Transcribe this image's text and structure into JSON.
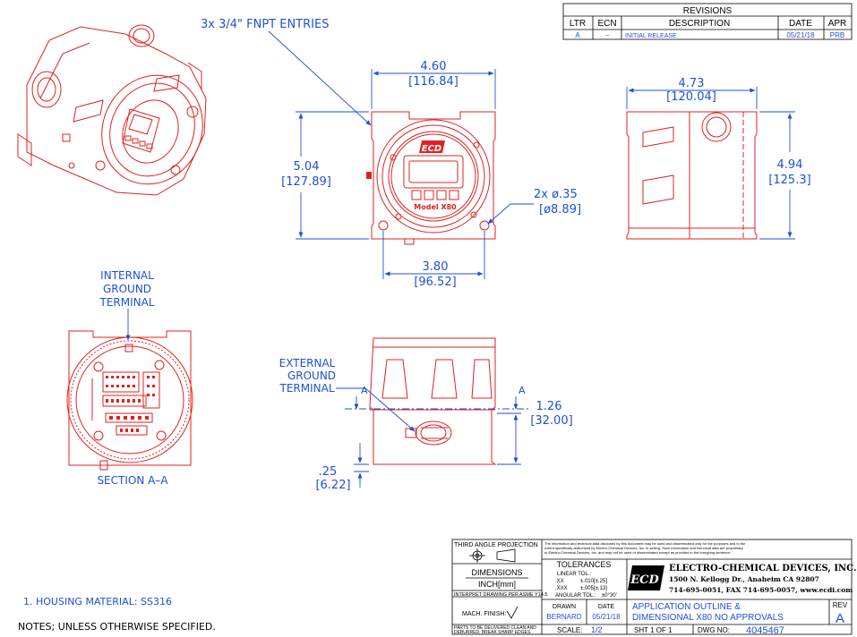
{
  "revisions": {
    "title": "REVISIONS",
    "headers": [
      "LTR",
      "ECN",
      "DESCRIPTION",
      "DATE",
      "APR"
    ],
    "rows": [
      [
        "A",
        "–",
        "INITIAL RELEASE",
        "05/21/18",
        "PRB"
      ]
    ]
  },
  "callouts": {
    "fnpt": "3x 3/4\" FNPT ENTRIES",
    "holes_1": "2x ø.35",
    "holes_2": "[ø8.89]",
    "internal_ground_1": "INTERNAL",
    "internal_ground_2": "GROUND",
    "internal_ground_3": "TERMINAL",
    "external_ground_1": "EXTERNAL",
    "external_ground_2": "GROUND",
    "external_ground_3": "TERMINAL",
    "section": "SECTION A–A",
    "section_mark": "A",
    "front_logo": "ECD",
    "front_model": "Model X80"
  },
  "dimensions": {
    "front_width_in": "4.60",
    "front_width_mm": "[116.84]",
    "front_height_in": "5.04",
    "front_height_mm": "[127.89]",
    "front_bolt_in": "3.80",
    "front_bolt_mm": "[96.52]",
    "side_width_in": "4.73",
    "side_width_mm": "[120.04]",
    "side_height_in": "4.94",
    "side_height_mm": "[125.3]",
    "bottom_offset_in": "1.26",
    "bottom_offset_mm": "[32.00]",
    "bottom_small_in": ".25",
    "bottom_small_mm": "[6.22]"
  },
  "notes": {
    "item_1": "1.  HOUSING MATERIAL: SS316",
    "header": "NOTES; UNLESS OTHERWISE SPECIFIED."
  },
  "title_block": {
    "projection": "THIRD ANGLE PROJECTION",
    "dimensions_label": "DIMENSIONS",
    "dimensions_unit": "INCH[mm]",
    "interpret": "INTERPRET DRAWING PER ASME Y14.5",
    "finish": "MACH. FINISH:",
    "deliver_1": "PARTS TO BE DELIVERED CLEAN AND",
    "deliver_2": "DEBURRED. BREAK SHARP EDGES.",
    "disclaimer_1": "The information and technical data disclosed by this document may be used and disseminated only for the purposes and to the",
    "disclaimer_2": "extent specifically authorized by Electro-Chemical Devices, Inc. in writing. Such information and technical data are proprietary",
    "disclaimer_3": "to Electro-Chemical Devices, Inc. and may not be used or disseminated except as provided in the foregoing sentence.",
    "tolerances": "TOLERANCES",
    "linear": "LINEAR TOL.:",
    "tol_xx_label": ".XX",
    "tol_xx": "±.010[±.25]",
    "tol_xxx_label": ".XXX",
    "tol_xxx": "±.005[±.13]",
    "angular_label": "ANGULAR TOL.:",
    "angular": "±0°30'",
    "company": "ELECTRO-CHEMICAL DEVICES, INC.",
    "address": "1500 N. Kellogg Dr., Anaheim CA 92807",
    "phone": "714-695-0051, FAX 714-695-0057, www.ecdi.com",
    "logo": "ECD",
    "drawn_label": "DRAWN",
    "drawn_by": "BERNARD",
    "date_label": "DATE",
    "date": "05/21/18",
    "title_1": "APPLICATION OUTLINE &",
    "title_2": "DIMENSIONAL X80 NO APPROVALS",
    "rev_label": "REV",
    "rev": "A",
    "scale_label": "SCALE:",
    "scale": "1/2",
    "sheet": "SHT 1 OF 1",
    "dwg_label": "DWG NO:",
    "dwg": "4045467"
  }
}
